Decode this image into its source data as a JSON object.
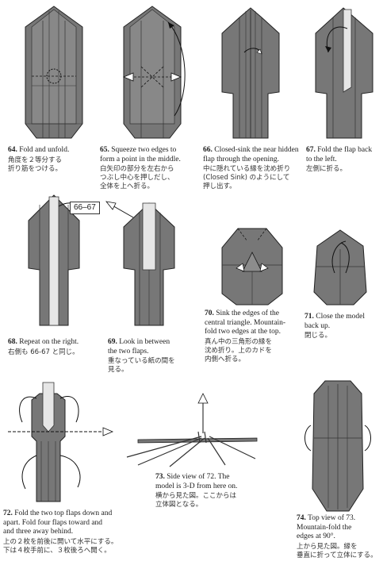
{
  "steps": [
    {
      "num": "64.",
      "en": "Fold and unfold.",
      "jp": "角度を２等分する\n折り筋をつける。"
    },
    {
      "num": "65.",
      "en": "Squeeze two edges to\nform a point in the middle.",
      "jp": "白矢印の部分を左右から\nつぶし中心を押しだし、\n全体を上へ折る。"
    },
    {
      "num": "66.",
      "en": "Closed-sink the near hidden\nflap through the opening.",
      "jp": "中に隠れている縁を沈め折り\n(Closed Sink) のようにして\n押し出す。"
    },
    {
      "num": "67.",
      "en": "Fold the flap back\nto the left.",
      "jp": "左側に折る。"
    },
    {
      "num": "68.",
      "en": "Repeat on the right.",
      "jp": "右側も 66-67 と同じ。"
    },
    {
      "num": "69.",
      "en": "Look in between\nthe two flaps.",
      "jp": "重なっている紙の間を\n見る。"
    },
    {
      "num": "70.",
      "en": "Sink the edges of the\ncentral triangle. Mountain-\nfold two edges at the top.",
      "jp": "真ん中の三角形の縁を\n沈め折り。上のカドを\n内側へ折る。"
    },
    {
      "num": "71.",
      "en": "Close the model\nback up.",
      "jp": "閉じる。"
    },
    {
      "num": "72.",
      "en": "Fold the two top flaps down and\napart. Fold four flaps toward and\nand three away behind.",
      "jp": "上の２枚を前後に開いて水平にする。\n下は４枚手前に、３枚後ろへ開く。"
    },
    {
      "num": "73.",
      "en": "Side view of 72. The\nmodel is 3-D from here on.",
      "jp": "横から見た図。ここからは\n立体図となる。"
    },
    {
      "num": "74.",
      "en": "Top view of 73.\nMountain-fold the\nedges at 90°.",
      "jp": "上から見た図。縁を\n垂直に折って立体にする。"
    }
  ],
  "ref_label": "66–67",
  "colors": {
    "paper_dark": "#767676",
    "paper_mid": "#8c8c8c",
    "paper_light": "#e6e6e6",
    "line": "#2a2a2a"
  }
}
